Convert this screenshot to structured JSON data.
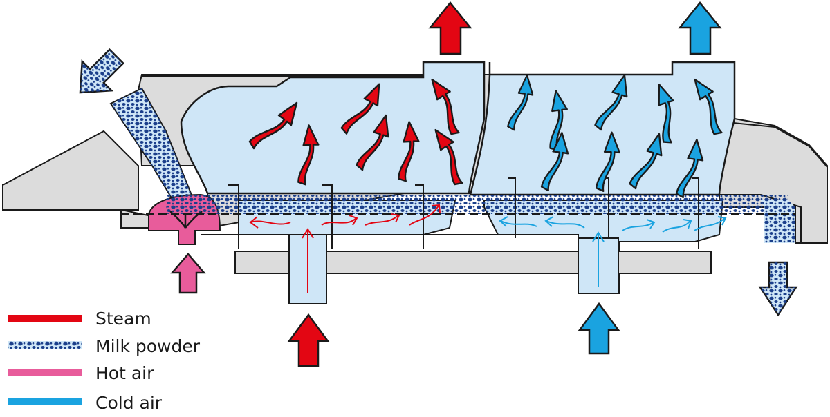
{
  "legend": {
    "steam": "Steam",
    "milk_powder": "Milk powder",
    "hot_air": "Hot air",
    "cold_air": "Cold air"
  },
  "colors": {
    "steam": "#e30613",
    "milk_powder_dots": "#1b3f8b",
    "milk_powder_bg": "#cfe6f7",
    "hot_air": "#e85c9b",
    "cold_air": "#1aa3e0",
    "chamber": "#cfe6f7",
    "housing": "#dcdcdc",
    "outline": "#1a1a1a"
  }
}
